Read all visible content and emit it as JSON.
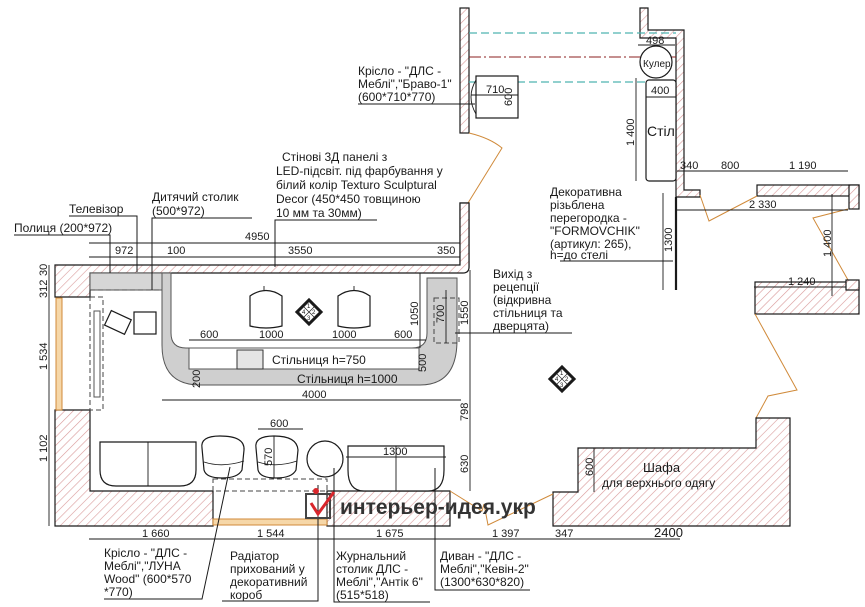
{
  "colors": {
    "wall_hatch": "#d99a9a",
    "door_swing": "#d08a3a",
    "counter_fill": "#cfcfcf",
    "teal_axis": "#4fb3b0",
    "red_axis": "#8b1f1f",
    "watermark_text": "#333333",
    "watermark_mark": "#d9262c"
  },
  "labels": {
    "tv": "Телевізор",
    "shelf": "Полиця (200*972)",
    "kids_table": [
      "Дитячий столик",
      "(500*972)"
    ],
    "wall_panels": [
      "Стінові 3Д панелі з",
      "LED-підсвіт. під фарбування у",
      "білий колір Texturo Sculptural",
      "Decor (450*450 товщиною",
      "10 мм та 30мм)"
    ],
    "armchair_bravo": [
      "Крісло - \"ДЛС -",
      "Меблі\",\"Браво-1\"",
      "(600*710*770)"
    ],
    "cooler": "Кулер",
    "desk": "Стіл",
    "partition": [
      "Декоративна",
      "різьблена",
      "перегородка  -",
      "\"FORMOVCHIK\"",
      "(артикул: 265),",
      "h=до стелі"
    ],
    "reception_exit": [
      "Вихід з",
      "рецепції",
      "(відкривна",
      "стільниця та",
      "дверцята)"
    ],
    "counter_750": "Стільниця h=750",
    "counter_1000": "Стільниця h=1000",
    "wardrobe": [
      "Шафа",
      "для верхнього одягу"
    ],
    "armchair_luna": [
      "Крісло - \"ДЛС -",
      "Меблі\",\"ЛУНА",
      "Wood\" (600*570",
      "*770)"
    ],
    "radiator": [
      "Радіатор",
      "прихований у",
      "декоративний",
      "короб"
    ],
    "coffee_table": [
      "Журнальний",
      "столик ДЛС -",
      "Меблі\",\"Антік 6\"",
      "(515*518)"
    ],
    "sofa": [
      "Диван - \"ДЛС -",
      "Меблі\",\"Кевін-2\"",
      "(1300*630*820)"
    ],
    "compass_digits": [
      "1",
      "2",
      "3",
      "4"
    ]
  },
  "dimensions": {
    "d4950": "4950",
    "d972": "972",
    "d100": "100",
    "d3550": "3550",
    "d350": "350",
    "d30": "30",
    "d312": "312",
    "d1534": "1 534",
    "d1102": "1 102",
    "d600a": "600",
    "d1000a": "1000",
    "d1000b": "1000",
    "d600b": "600",
    "d1050": "1050",
    "d700": "700",
    "d1550": "1550",
    "d500": "500",
    "d200": "200",
    "d4000": "4000",
    "d798": "798",
    "d630": "630",
    "d600chair": "600",
    "d570": "570",
    "d1300": "1300",
    "d1660": "1 660",
    "d1544": "1 544",
    "d1675": "1 675",
    "d1397": "1 397",
    "d347": "347",
    "d2400": "2400",
    "d600wardrobe": "600",
    "d710": "710",
    "d600bravo": "600",
    "d498": "498",
    "d400": "400",
    "d1400desk": "1 400",
    "d340": "340",
    "d800": "800",
    "d1190": "1 190",
    "d2330": "2 330",
    "d1300part": "1300",
    "d1400right": "1 400",
    "d1240": "1 240"
  },
  "watermark": {
    "text": "интерьер-идея.укр"
  }
}
